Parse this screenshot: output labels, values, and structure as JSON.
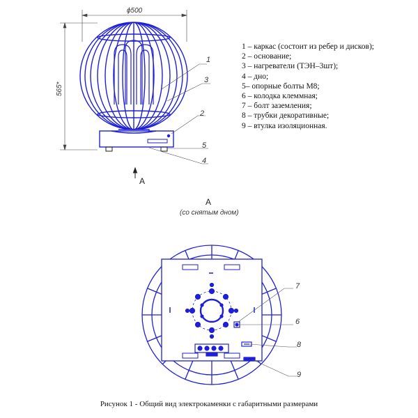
{
  "dimensions": {
    "width": "ϕ500",
    "height": "565*"
  },
  "view_marker": {
    "arrow_letter": "A"
  },
  "section_view": {
    "letter": "A",
    "note": "(со снятым дном)"
  },
  "callouts": {
    "top": [
      "1",
      "3",
      "2",
      "5",
      "4"
    ],
    "bottom": [
      "7",
      "6",
      "8",
      "9"
    ]
  },
  "legend": [
    "1 – каркас (состоит из ребер и дисков);",
    "2 – основание;",
    "3 – нагреватели (ТЭН–3шт);",
    "4 – дно;",
    "5– опорные болты М8;",
    "6 – колодка клеммная;",
    "7 – болт заземления;",
    "8 – трубки декоративные;",
    "9 – втулка изоляционная."
  ],
  "caption": "Рисунок 1 - Общий вид электрокаменки  с габаритными размерами",
  "colors": {
    "line": "#1f1fd6",
    "text": "#111111",
    "dim": "#444444"
  }
}
